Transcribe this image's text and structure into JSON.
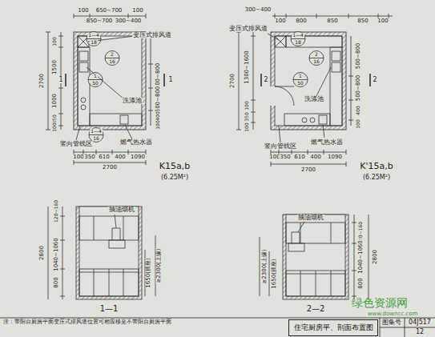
{
  "diagram": {
    "nodes": [
      {
        "text": [
          "住宅厨房平、剖面布置图"
        ]
      }
    ],
    "labels": [
      "100",
      "650~700",
      "100",
      "850~700",
      "300~400",
      "1—4",
      "18",
      "2",
      "16",
      "1",
      "50",
      "1—4",
      "16",
      "变压式排风道",
      "洗涤池",
      "燃气热水器",
      "竖向管线区",
      "2700",
      "100",
      "1500",
      "1000",
      "350",
      "100",
      "500~800",
      "500~800",
      "400",
      "100",
      "1",
      "1",
      "100",
      "350",
      "610",
      "400",
      "1090",
      "2700",
      "K15a,b",
      "(6.25M²)",
      "300~400",
      "100",
      "800",
      "850",
      "850",
      "100",
      "1—4",
      "18",
      "2",
      "16",
      "1",
      "50",
      "变压式排风道",
      "洗涤池",
      "燃气热水器",
      "竖向管线区",
      "2700",
      "1300~1600",
      "100",
      "350",
      "100",
      "500~800",
      "500~800",
      "400",
      "100",
      "2",
      "2",
      "100",
      "350",
      "610",
      "400",
      "1090",
      "2700",
      "K'15a,b",
      "(6.25M²)",
      "抽油烟机",
      "120~160",
      "1040~1060",
      "800",
      "2800",
      "1650(插座)",
      "≥2300(上缘)",
      "1—1",
      "抽油烟机",
      "≥2300(上缘)",
      "1650(插座)",
      "120~160",
      "1040~1060",
      "800",
      "2800",
      "2—2",
      "注：带阳台厨房平面变压式排风道位置可相应移至不带阳台厨房平面",
      "图集号",
      "04J517",
      "12",
      "绿色资源网",
      "www.downcc.com"
    ]
  }
}
